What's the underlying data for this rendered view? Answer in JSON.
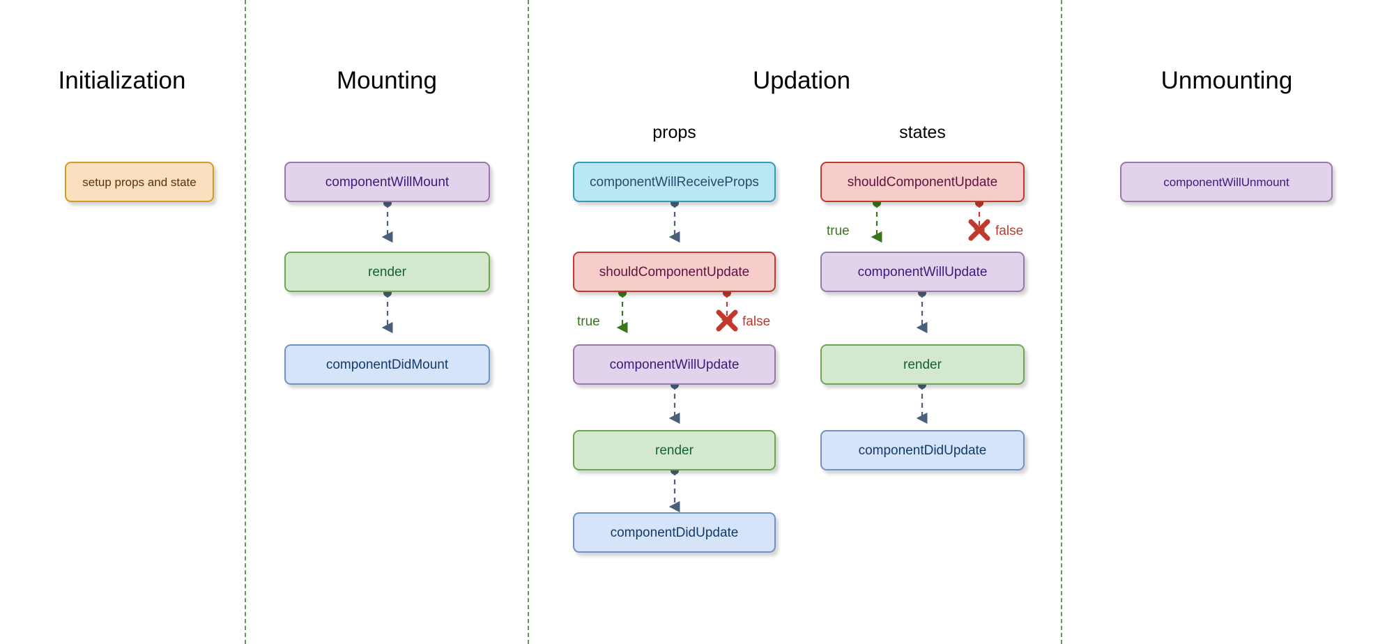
{
  "sections": [
    {
      "id": "initialization",
      "title": "Initialization"
    },
    {
      "id": "mounting",
      "title": "Mounting"
    },
    {
      "id": "updation",
      "title": "Updation"
    },
    {
      "id": "unmounting",
      "title": "Unmounting"
    }
  ],
  "subsections": [
    {
      "id": "props",
      "title": "props"
    },
    {
      "id": "states",
      "title": "states"
    }
  ],
  "nodes": {
    "setup_props_and_state": "setup props and state",
    "mounting_will_mount": "componentWillMount",
    "mounting_render": "render",
    "mounting_did_mount": "componentDidMount",
    "props_will_receive_props": "componentWillReceiveProps",
    "props_should_update": "shouldComponentUpdate",
    "props_will_update": "componentWillUpdate",
    "props_render": "render",
    "props_did_update": "componentDidUpdate",
    "states_should_update": "shouldComponentUpdate",
    "states_will_update": "componentWillUpdate",
    "states_render": "render",
    "states_did_update": "componentDidUpdate",
    "unmounting_will_unmount": "componentWillUnmount"
  },
  "branch_labels": {
    "props_true": "true",
    "props_false": "false",
    "states_true": "true",
    "states_false": "false"
  },
  "colors": {
    "purple_fill": "#e2d3ec",
    "purple_border": "#9a76ad",
    "green_fill": "#d4e8cd",
    "green_border": "#6aa84f",
    "blue_fill": "#d6e4f9",
    "blue_border": "#6d92c4",
    "orange_fill": "#fae0be",
    "orange_border": "#d19b1f",
    "cyan_fill": "#b9e7f4",
    "cyan_border": "#2f9db0",
    "red_fill": "#f6cdcb",
    "red_border": "#c0392b",
    "divider": "#5a9b55",
    "arrow": "#4a5f7a",
    "true_branch": "#38761d",
    "false_branch": "#c0392b"
  }
}
